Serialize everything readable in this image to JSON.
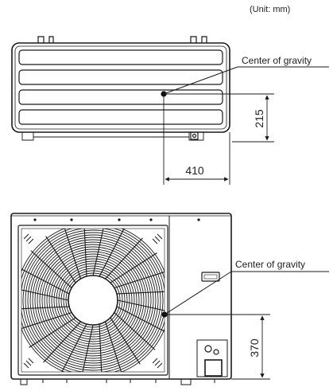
{
  "unit_note": "(Unit: mm)",
  "top_view": {
    "cog_label": "Center of gravity",
    "dim_vertical": "215",
    "dim_horizontal": "410"
  },
  "front_view": {
    "cog_label": "Center of gravity",
    "dim_vertical": "370"
  },
  "colors": {
    "line": "#1a1a1a",
    "background": "#ffffff"
  }
}
